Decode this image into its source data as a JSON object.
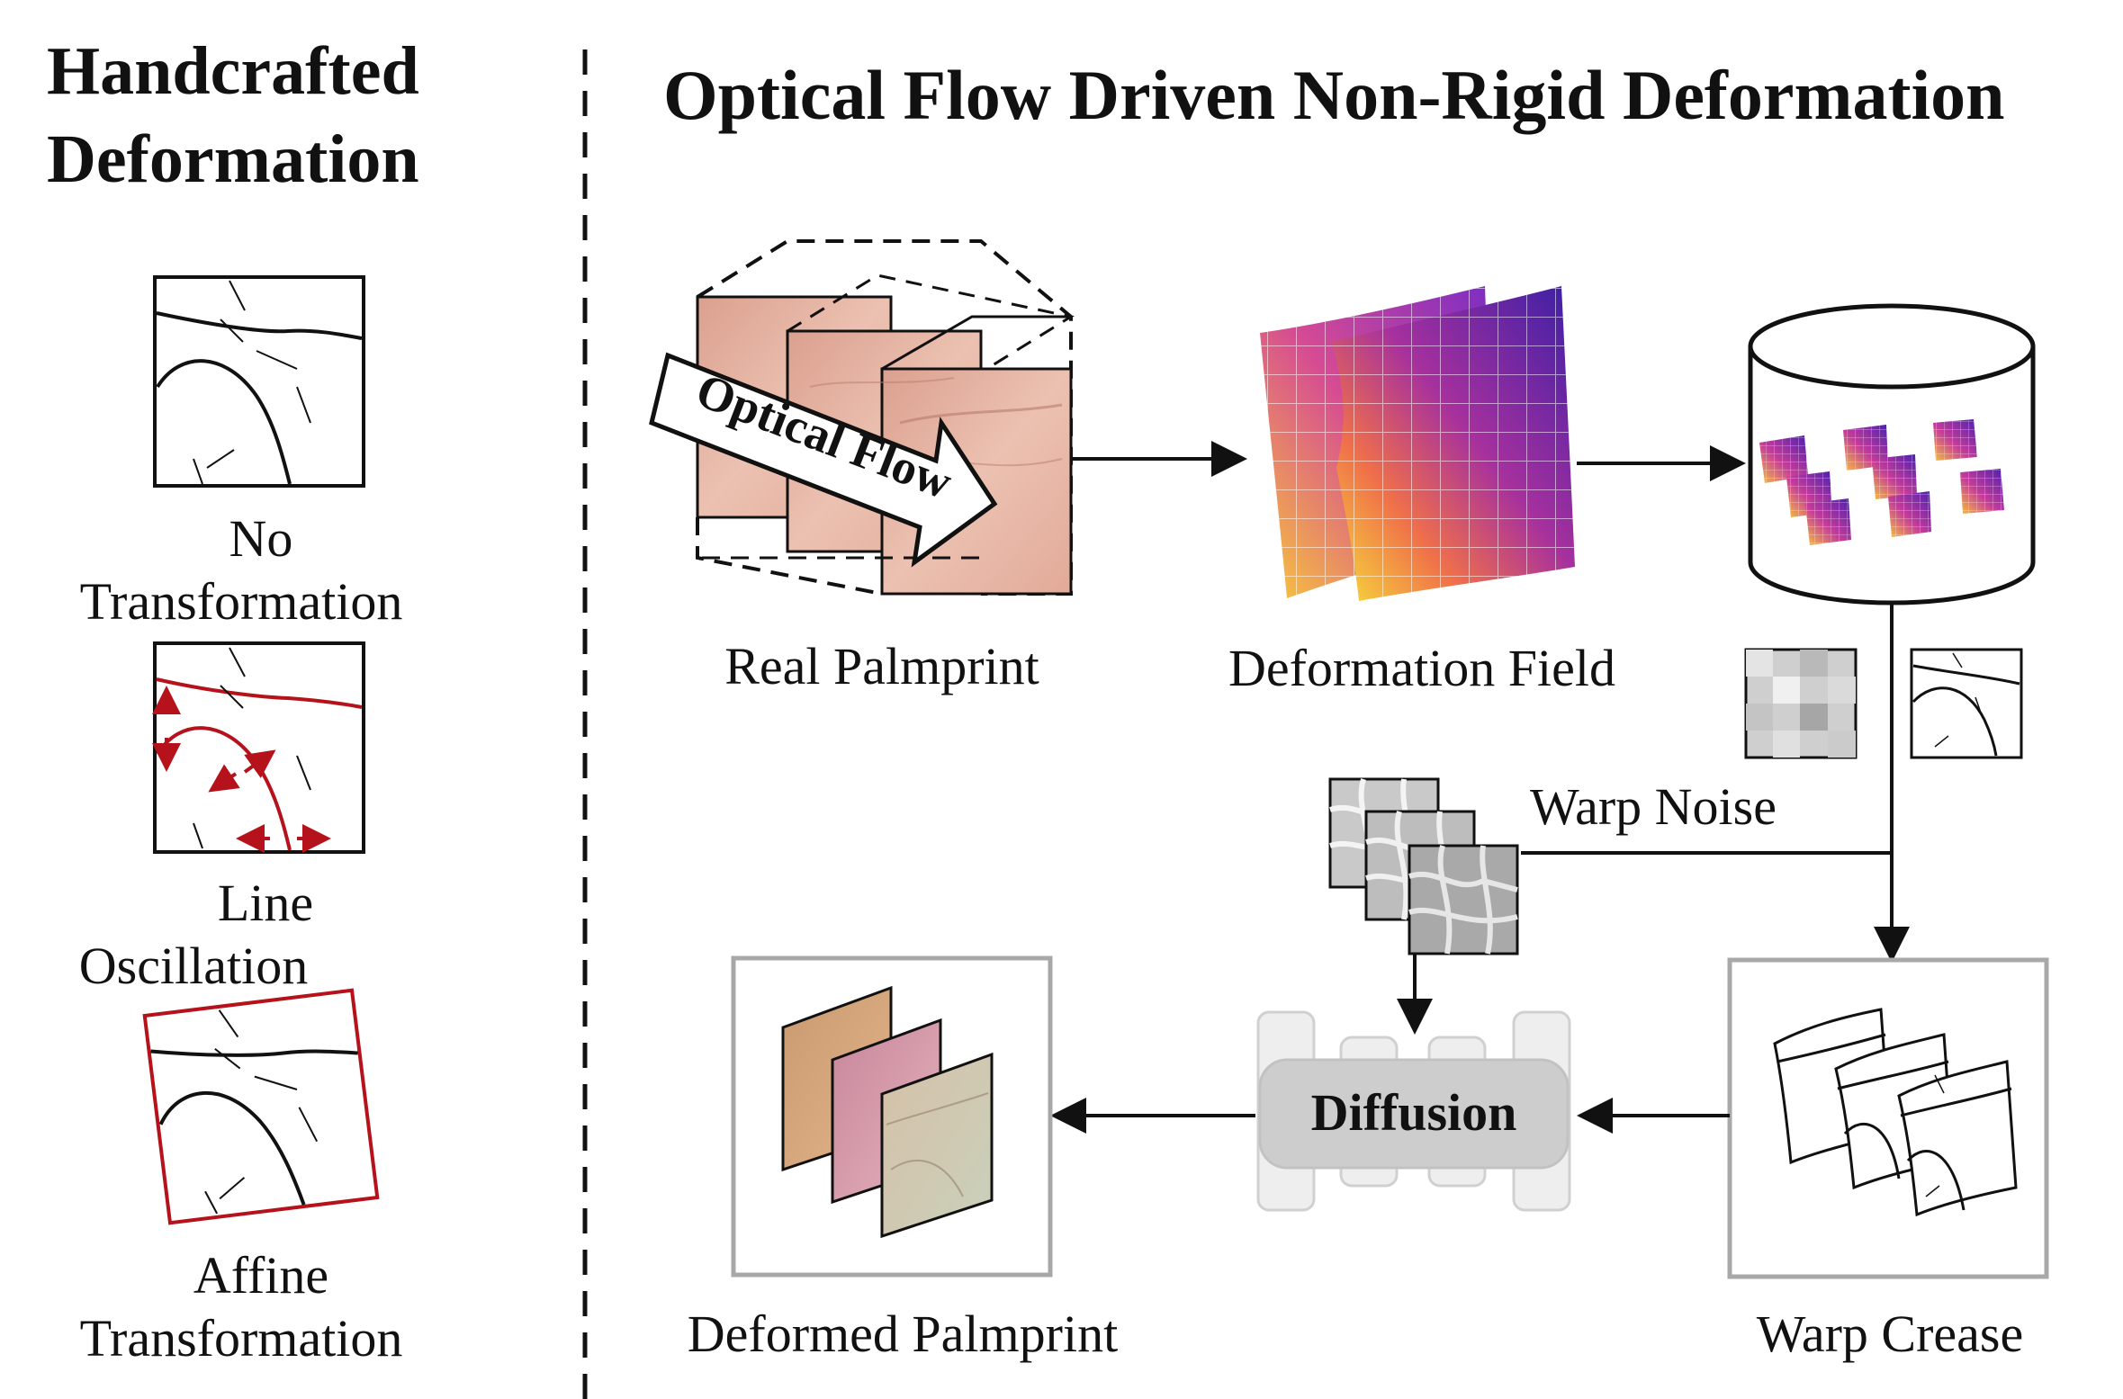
{
  "left_panel": {
    "title_line1": "Handcrafted",
    "title_line2": "Deformation",
    "items": [
      {
        "line1": "No",
        "line2": "Transformation"
      },
      {
        "line1": "Line",
        "line2": "Oscillation"
      },
      {
        "line1": "Affine",
        "line2": "Transformation"
      }
    ]
  },
  "right_panel": {
    "title": "Optical Flow Driven Non-Rigid Deformation",
    "optical_flow_arrow": "Optical Flow",
    "real_palmprint": "Real Palmprint",
    "deformation_field": "Deformation Field",
    "warp_noise": "Warp Noise",
    "diffusion": "Diffusion",
    "warp_crease": "Warp Crease",
    "deformed_palmprint": "Deformed Palmprint"
  },
  "colors": {
    "accent_red": "#b5121b",
    "skin": "#e7b8a6",
    "field_dark": "#3b1fa6",
    "field_mid": "#c43b9a",
    "field_warm": "#f48a3a",
    "field_yellow": "#f6e03a"
  }
}
